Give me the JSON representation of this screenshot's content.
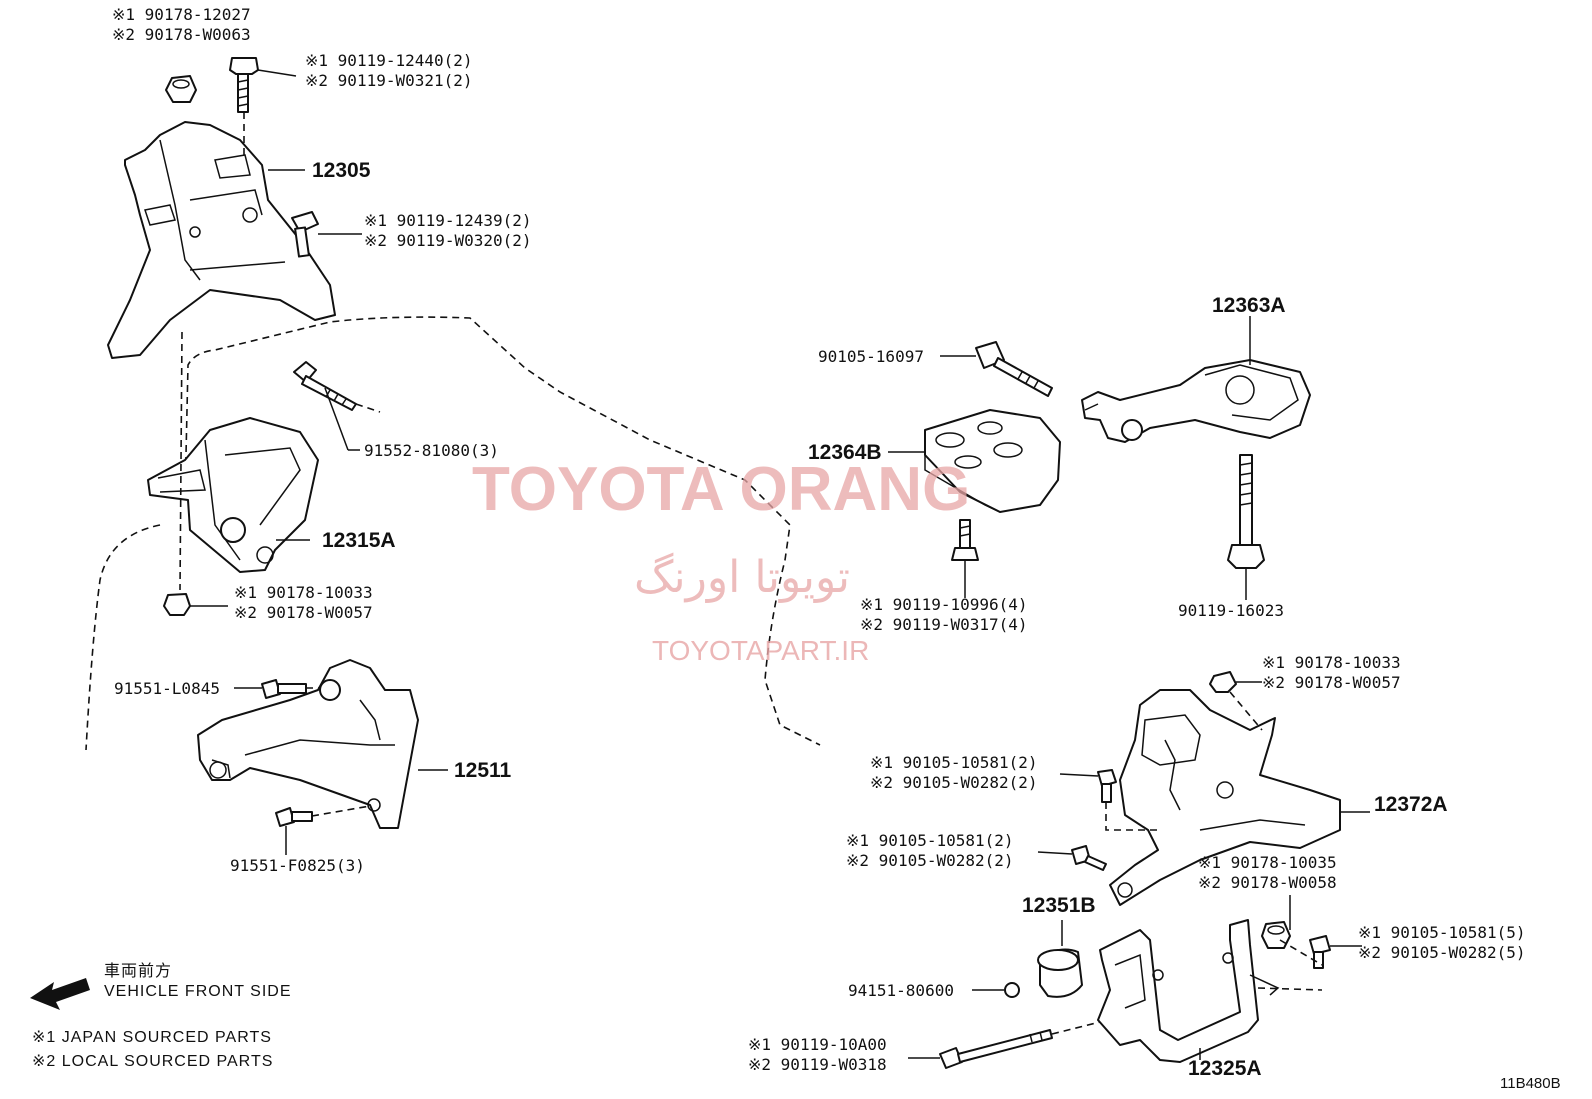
{
  "watermark": {
    "title": "TOYOTA ORANG",
    "persian": "تویوتا اورنگ",
    "url": "TOYOTAPART.IR",
    "color": "#e8a6a6"
  },
  "labels": {
    "l1a": "※1 90178-12027",
    "l1b": "※2 90178-W0063",
    "l2a": "※1 90119-12440(2)",
    "l2b": "※2 90119-W0321(2)",
    "p12305": "12305",
    "l3a": "※1 90119-12439(2)",
    "l3b": "※2 90119-W0320(2)",
    "p91552": "91552-81080(3)",
    "p12315A": "12315A",
    "l4a": "※1 90178-10033",
    "l4b": "※2 90178-W0057",
    "p91551L": "91551-L0845",
    "p12511": "12511",
    "p91551F": "91551-F0825(3)",
    "p90105_16097": "90105-16097",
    "p12363A": "12363A",
    "p12364B": "12364B",
    "l5a": "※1 90119-10996(4)",
    "l5b": "※2 90119-W0317(4)",
    "p90119_16023": "90119-16023",
    "l6a": "※1 90178-10033",
    "l6b": "※2 90178-W0057",
    "l7a": "※1 90105-10581(2)",
    "l7b": "※2 90105-W0282(2)",
    "p12372A": "12372A",
    "l8a": "※1 90105-10581(2)",
    "l8b": "※2 90105-W0282(2)",
    "l9a": "※1 90178-10035",
    "l9b": "※2 90178-W0058",
    "p12351B": "12351B",
    "l10a": "※1 90105-10581(5)",
    "l10b": "※2 90105-W0282(5)",
    "p94151": "94151-80600",
    "l11a": "※1 90119-10A00",
    "l11b": "※2 90119-W0318",
    "p12325A": "12325A",
    "front_jp": "車両前方",
    "front_en": "VEHICLE FRONT SIDE",
    "note1": "※1 JAPAN SOURCED PARTS",
    "note2": "※2 LOCAL SOURCED PARTS",
    "diagram_code": "11B480B"
  },
  "icons": {
    "front_arrow": "arrow-left-icon"
  }
}
